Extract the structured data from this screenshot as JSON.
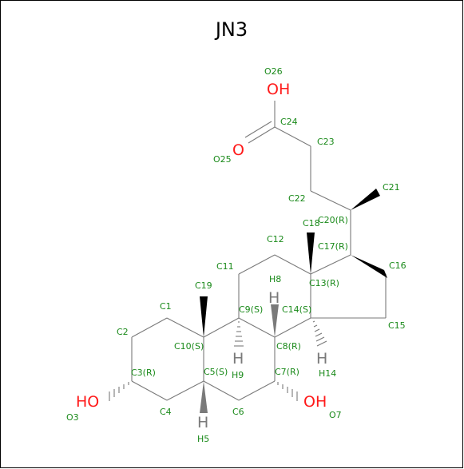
{
  "title": "JN3",
  "atom_labels": {
    "C1": "C1",
    "C2": "C2",
    "C3": "C3(R)",
    "O3": "O3",
    "C4": "C4",
    "C5": "C5(S)",
    "H5": "H5",
    "C6": "C6",
    "C7": "C7(R)",
    "O7": "O7",
    "C8": "C8(R)",
    "H8": "H8",
    "C9": "C9(S)",
    "H9": "H9",
    "C10": "C10(S)",
    "C11": "C11",
    "C12": "C12",
    "C13": "C13(R)",
    "C14": "C14(S)",
    "H14": "H14",
    "C15": "C15",
    "C16": "C16",
    "C17": "C17(R)",
    "C18": "C18",
    "C19": "C19",
    "C20": "C20(R)",
    "C21": "C21",
    "C22": "C22",
    "C23": "C23",
    "C24": "C24",
    "O25": "O25",
    "O26": "O26"
  },
  "heteroatoms": {
    "OH_acid": "OH",
    "O_carbonyl": "O",
    "HO_3": "HO",
    "OH_7": "OH",
    "H_9": "H",
    "H_8": "H",
    "H_14": "H",
    "H_5": "H"
  }
}
